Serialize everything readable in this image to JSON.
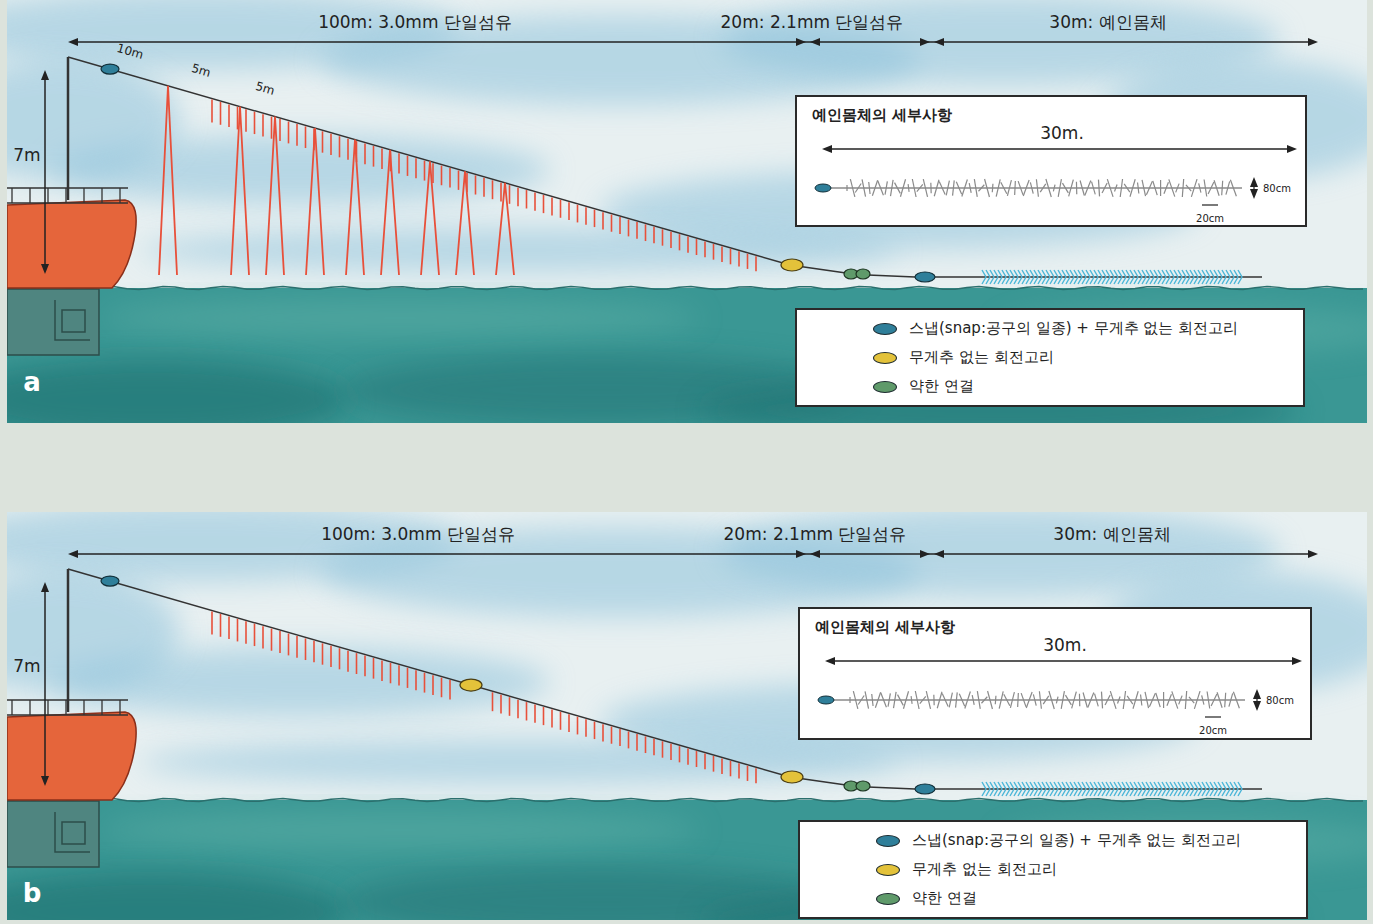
{
  "diagram": {
    "nodes": [
      {
        "text": [
          "예인몸체의 세부사항",
          "30m.",
          "80cm",
          "20cm"
        ]
      },
      {
        "text": [
          "예인몸체의 세부사항",
          "30m.",
          "80cm",
          "20cm"
        ]
      }
    ],
    "labels": [
      "100m: 3.0mm 단일섬유",
      "20m: 2.1mm 단일섬유",
      "30m: 예인몸체",
      "10m",
      "5m",
      "5m",
      "7m",
      "a",
      "100m: 3.0mm 단일섬유",
      "20m: 2.1mm 단일섬유",
      "30m: 예인몸체",
      "7m",
      "b"
    ],
    "legend": [
      {
        "text": "스냅(snap:공구의 일종) + 무게추 없는 회전고리",
        "color": "#2f7f9a"
      },
      {
        "text": "무게추 없는 회전고리",
        "color": "#e3c23a"
      },
      {
        "text": "약한 연결",
        "color": "#5f9a6a"
      },
      {
        "text": "스냅(snap:공구의 일종) + 무게추 없는 회전고리",
        "color": "#2f7f9a"
      },
      {
        "text": "무게추 없는 회전고리",
        "color": "#e3c23a"
      },
      {
        "text": "약한 연결",
        "color": "#5f9a6a"
      }
    ]
  }
}
